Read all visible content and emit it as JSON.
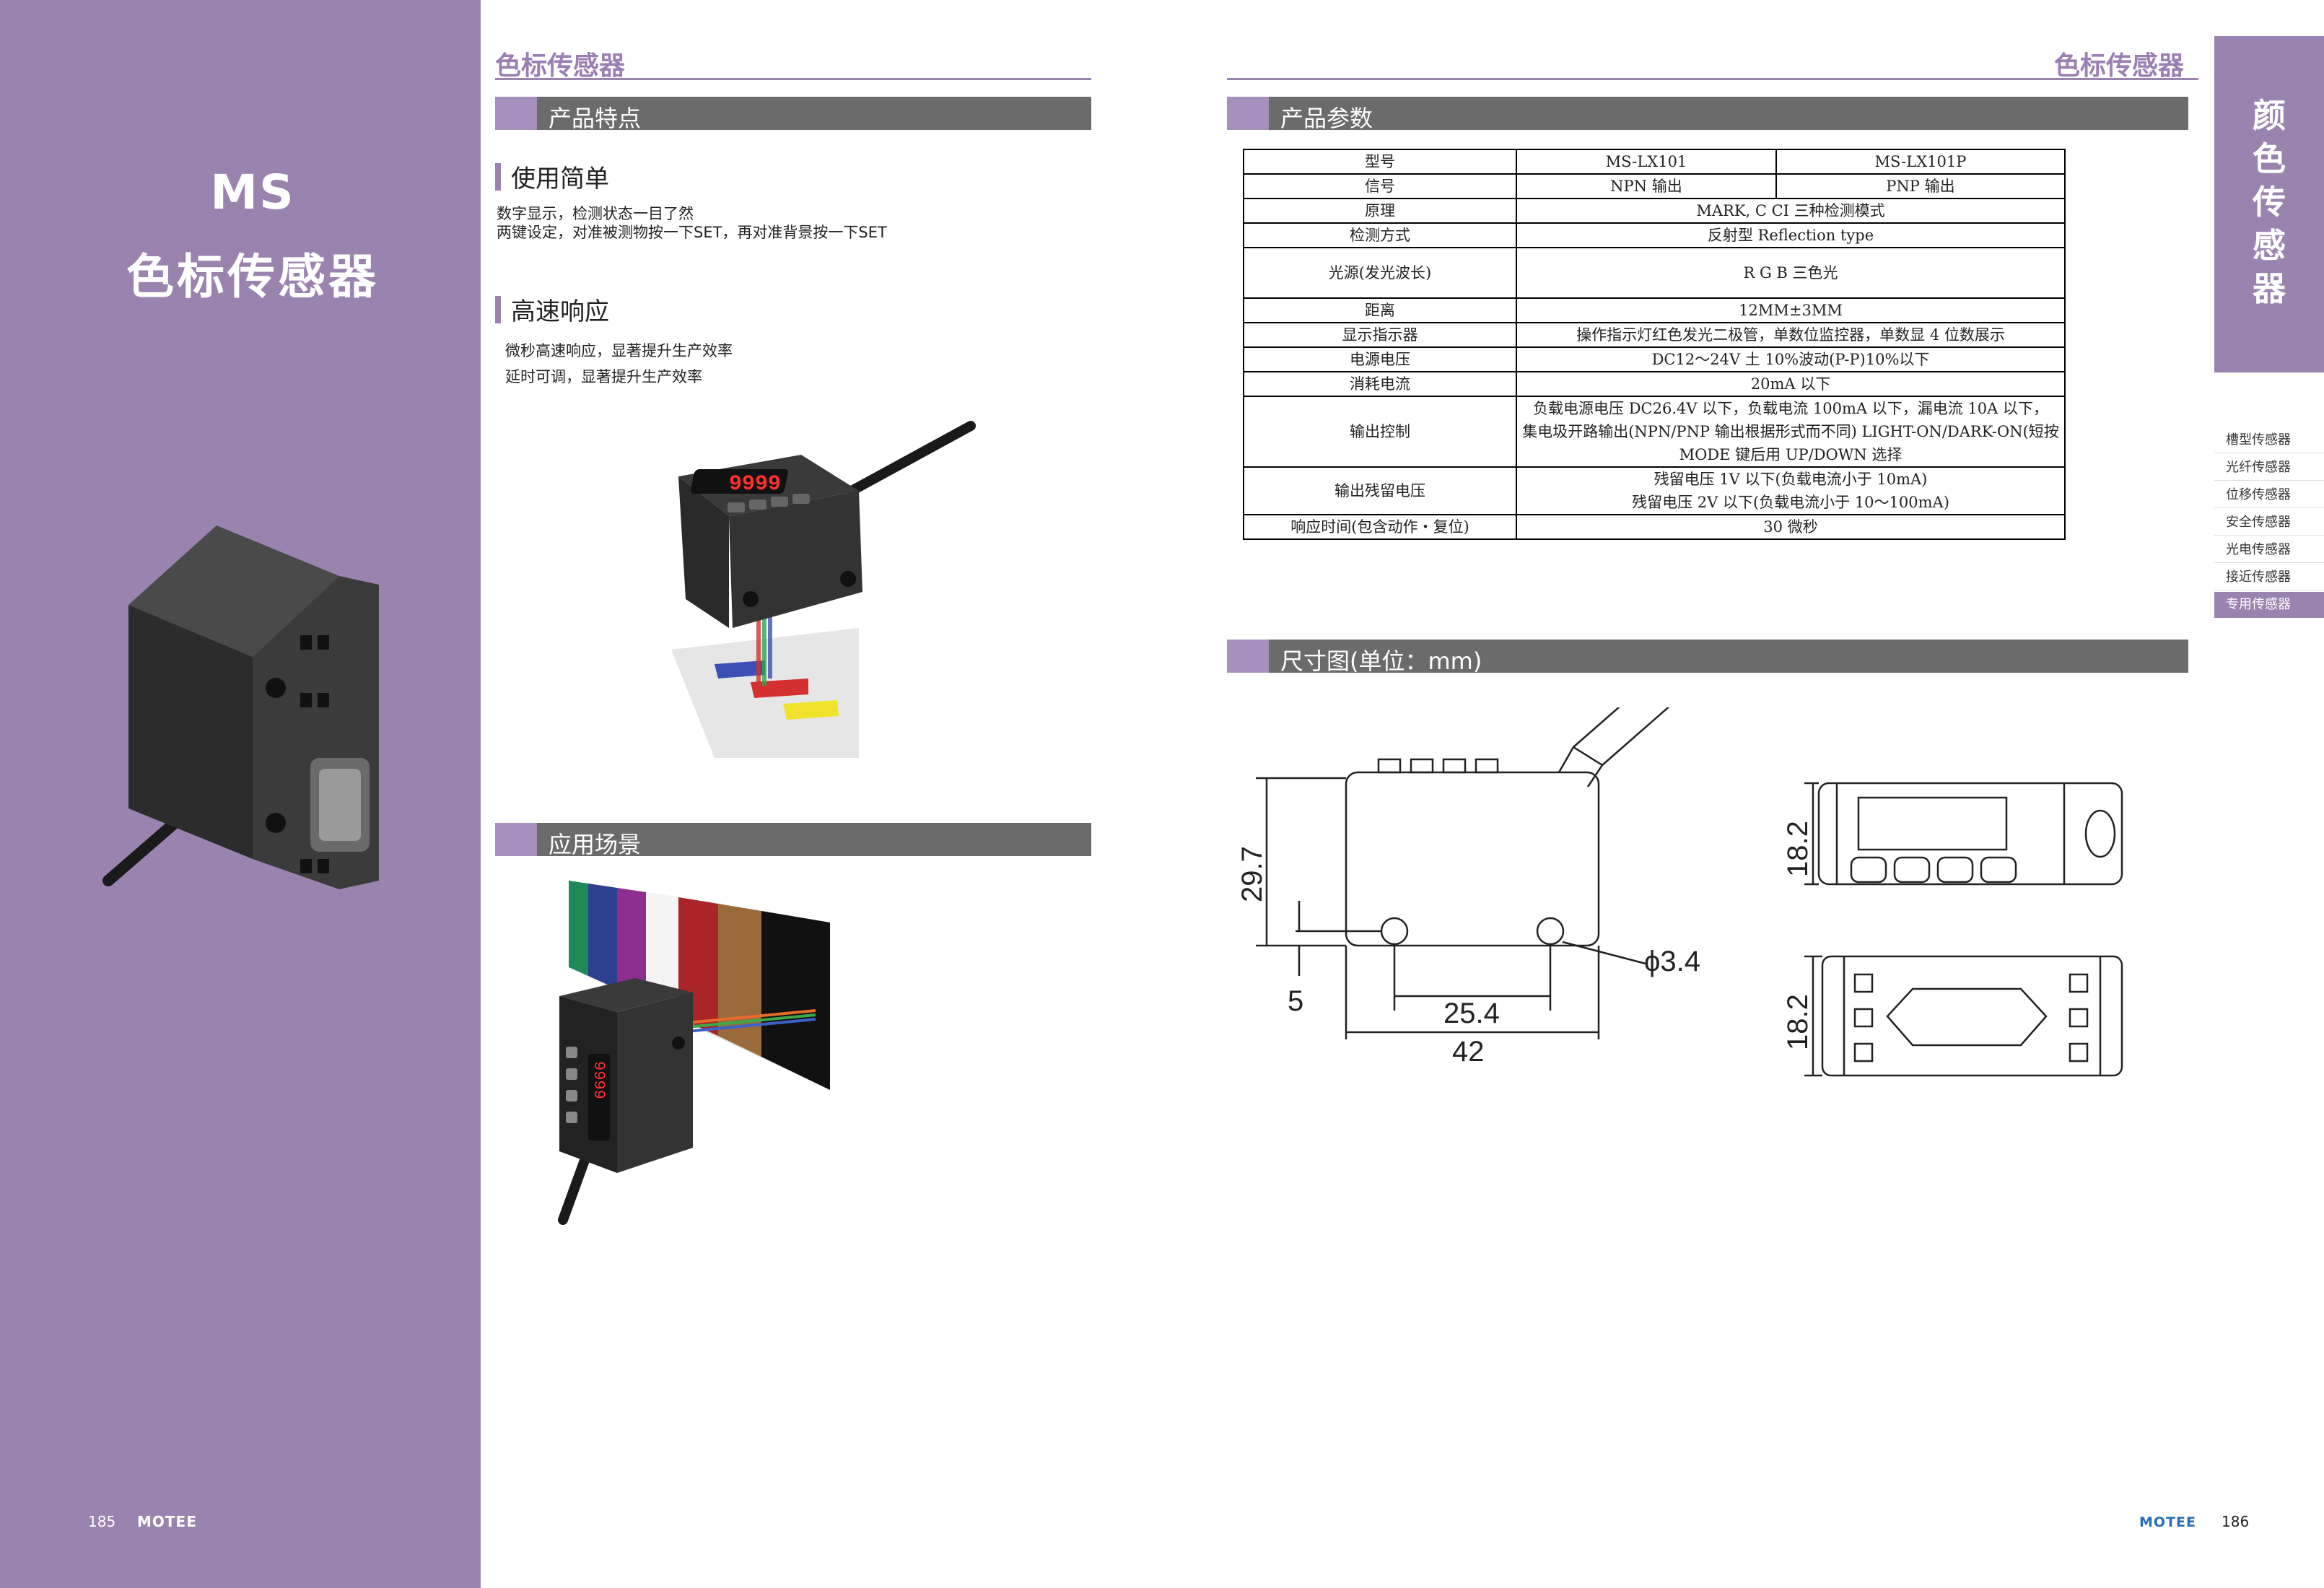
{
  "left_page": {
    "model": "MS",
    "title": "色标传感器",
    "page_number": "185",
    "brand": "MOTEE"
  },
  "right_page": {
    "page_number": "186",
    "brand": "MOTEE"
  },
  "page_heading": "色标传感器",
  "sections": {
    "features": "产品特点",
    "applications": "应用场景",
    "parameters": "产品参数",
    "dimensions": "尺寸图(单位：mm)"
  },
  "features": [
    {
      "title": "使用简单",
      "lines": [
        "数字显示，检测状态一目了然",
        "两键设定，对准被测物按一下SET，再对准背景按一下SET"
      ]
    },
    {
      "title": "高速响应",
      "lines": [
        "微秒高速响应，显著提升生产效率",
        "延时可调，显著提升生产效率"
      ]
    }
  ],
  "spec_table": {
    "header": [
      "型号",
      "MS-LX101",
      "MS-LX101P"
    ],
    "output_row": [
      "信号",
      "NPN  输出",
      "PNP  输出"
    ],
    "rows": [
      {
        "label": "原理",
        "value": "MARK, C CI 三种检测模式"
      },
      {
        "label": "检测方式",
        "value": "反射型 Reflection type"
      },
      {
        "label": "光源(发光波长)",
        "value": "R G B 三色光"
      },
      {
        "label": "距离",
        "value": "12MM±3MM"
      },
      {
        "label": "显示指示器",
        "value": "操作指示灯红色发光二极管，单数位监控器，单数显 4 位数展示"
      },
      {
        "label": "电源电压",
        "value": "DC12～24V 土 10%波动(P-P)10%以下"
      },
      {
        "label": "消耗电流",
        "value": "20mA 以下"
      },
      {
        "label": "输出控制",
        "value_lines": [
          "负载电源电压 DC26.4V 以下，负载电流 100mA 以下，漏电流 10A 以下，",
          "集电圾开路输出(NPN/PNP 输出根据形式而不同) LIGHT-ON/DARK-ON(短按",
          "MODE 键后用 UP/DOWN 选择"
        ]
      },
      {
        "label": "输出残留电压",
        "value_lines": [
          "残留电压 1V 以下(负载电流小于 10mA)",
          "残留电压 2V 以下(负载电流小于 10～100mA)"
        ]
      },
      {
        "label": "响应时间(包含动作・复位)",
        "value": "30 微秒"
      }
    ]
  },
  "category_tab": [
    "颜",
    "色",
    "传",
    "感",
    "器"
  ],
  "side_nav": [
    {
      "label": "槽型传感器",
      "active": false
    },
    {
      "label": "光纤传感器",
      "active": false
    },
    {
      "label": "位移传感器",
      "active": false
    },
    {
      "label": "安全传感器",
      "active": false
    },
    {
      "label": "光电传感器",
      "active": false
    },
    {
      "label": "接近传感器",
      "active": false
    },
    {
      "label": "专用传感器",
      "active": true
    }
  ],
  "sensor_display": "9999",
  "dimensions": {
    "height": "29.7",
    "hole_offset": "5",
    "hole_spacing": "25.4",
    "length": "42",
    "hole_dia": "ϕ3.4",
    "width_top": "18.2",
    "width_bottom": "18.2"
  },
  "colors": {
    "accent_purple": "#9b83b0",
    "bar_gray": "#6b6b6b",
    "brand_blue": "#2a6db5"
  }
}
